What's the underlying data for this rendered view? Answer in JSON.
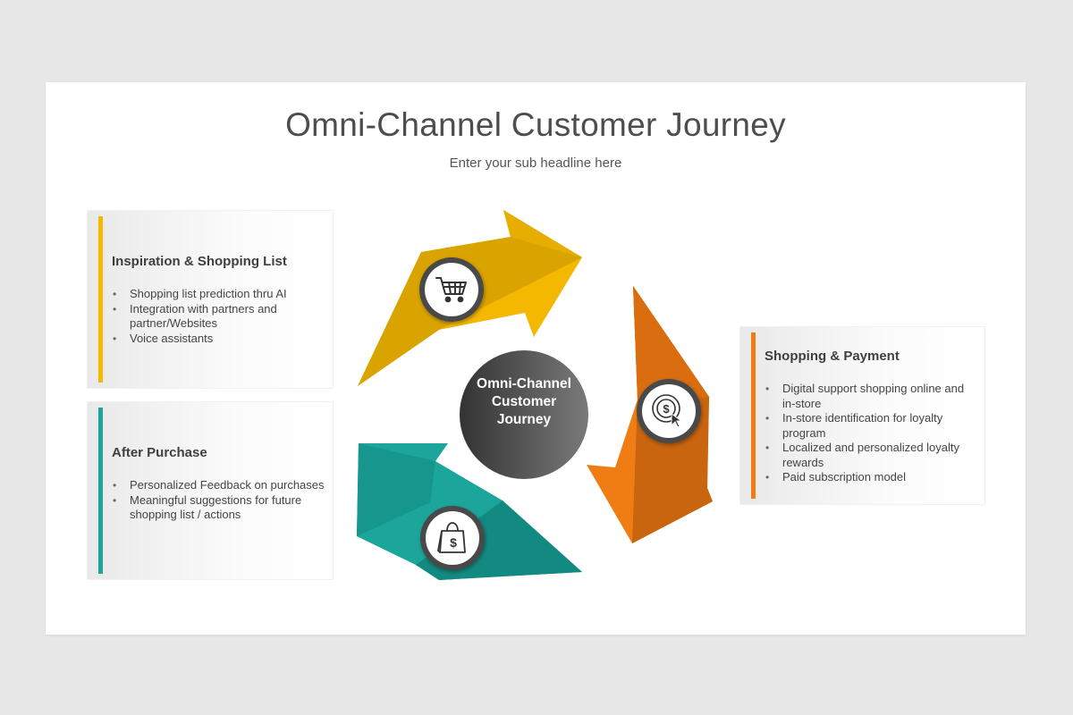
{
  "title": "Omni-Channel Customer Journey",
  "subtitle": "Enter your sub headline here",
  "center": {
    "label": "Omni-Channel\nCustomer\nJourney"
  },
  "colors": {
    "yellow": "#f5b800",
    "yellow_dark": "#d19b00",
    "orange": "#f07d13",
    "orange_dark": "#c8600c",
    "teal": "#1ba59b",
    "teal_dark": "#13837b",
    "center_dark": "#3c3c3c",
    "center_light": "#6e6e6e"
  },
  "cards": [
    {
      "heading": "Inspiration & Shopping List",
      "bullets": [
        "Shopping list prediction thru AI",
        "Integration with partners and partner/Websites",
        "Voice assistants"
      ]
    },
    {
      "heading": "After Purchase",
      "bullets": [
        "Personalized Feedback on purchases",
        "Meaningful suggestions for future shopping list / actions"
      ]
    },
    {
      "heading": "Shopping & Payment",
      "bullets": [
        "Digital support shopping online and in-store",
        "In-store identification for loyalty program",
        "Localized and personalized loyalty rewards",
        "Paid subscription model"
      ]
    }
  ],
  "icons": {
    "yellow": "shopping-cart-icon",
    "orange": "payment-click-icon",
    "teal": "shopping-bag-icon"
  }
}
